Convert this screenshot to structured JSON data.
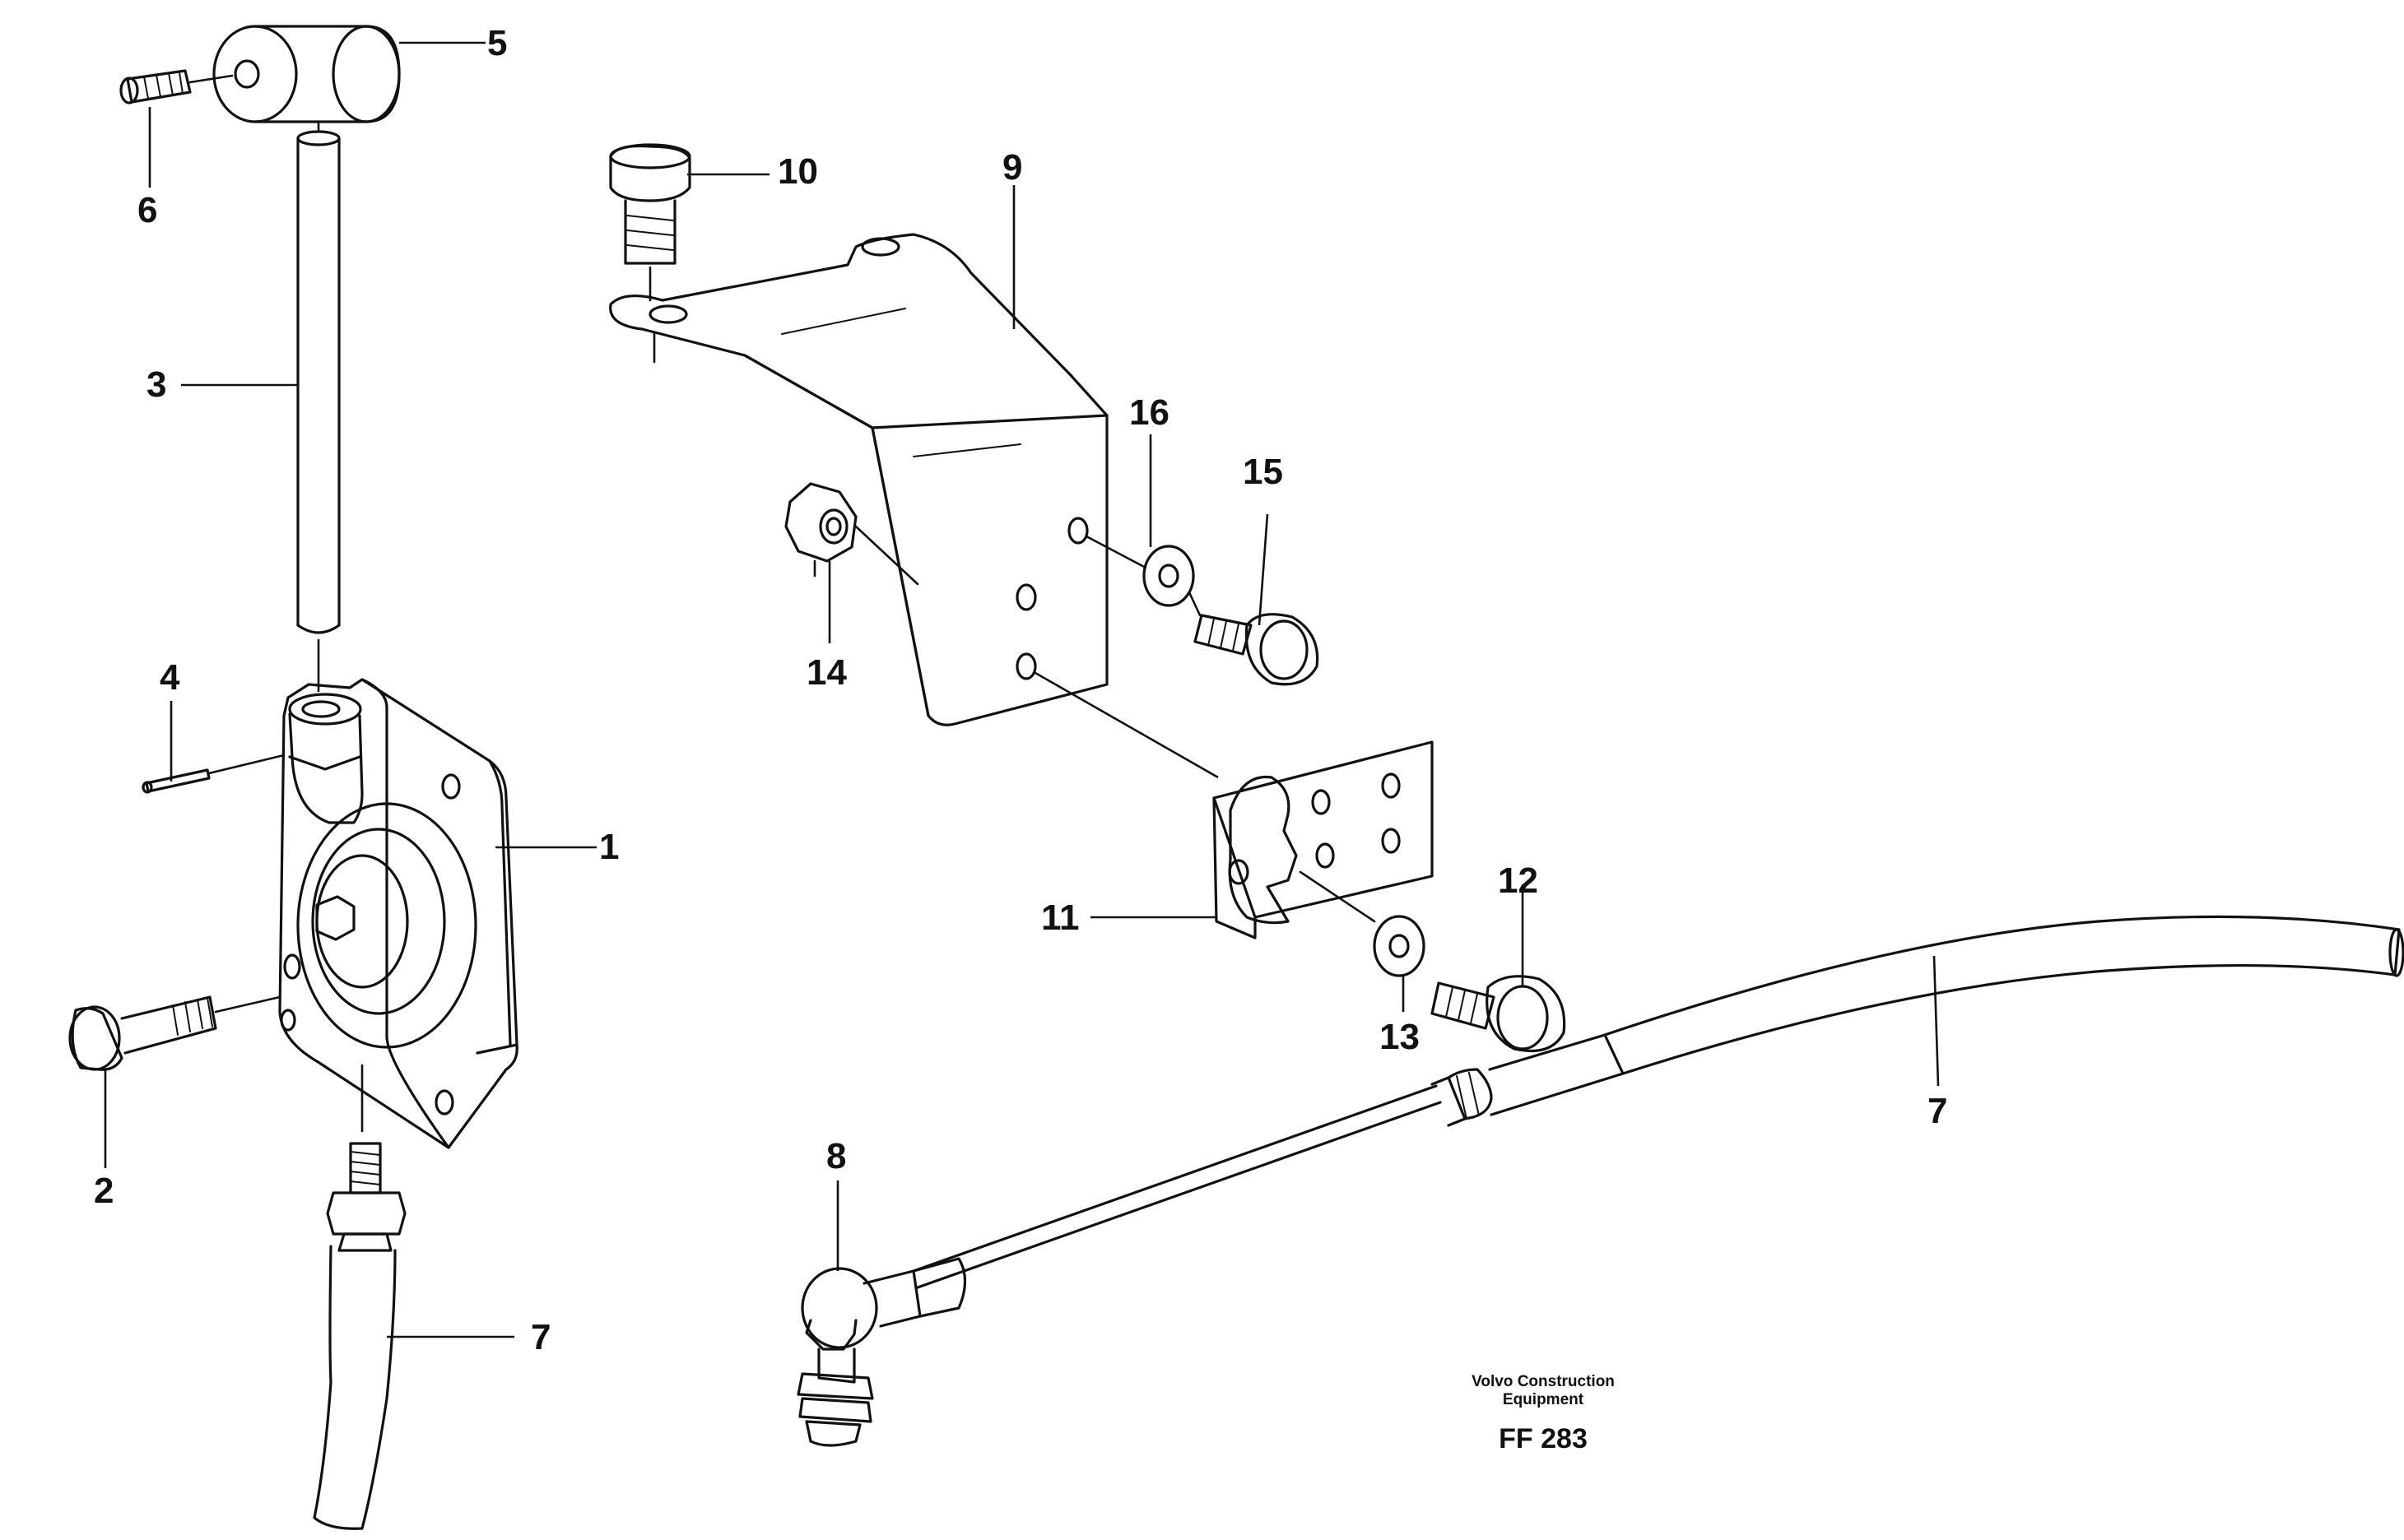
{
  "callouts": {
    "c1": "1",
    "c2": "2",
    "c3": "3",
    "c4": "4",
    "c5": "5",
    "c6": "6",
    "c7a": "7",
    "c7b": "7",
    "c8": "8",
    "c9": "9",
    "c10": "10",
    "c11": "11",
    "c12": "12",
    "c13": "13",
    "c14": "14",
    "c15": "15",
    "c16": "16"
  },
  "caption": {
    "line1": "Volvo Construction",
    "line2": "Equipment",
    "code": "FF 283"
  }
}
